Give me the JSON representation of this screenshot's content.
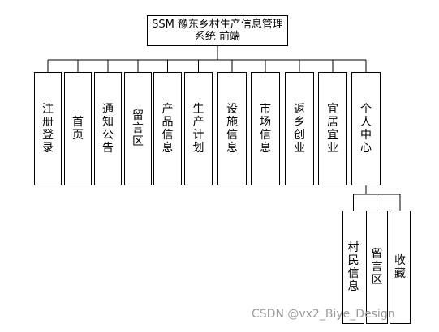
{
  "root": {
    "line1": "SSM 豫东乡村生产信息管理",
    "line2": "系统 前端"
  },
  "modules": [
    "注册登录",
    "首页",
    "通知公告",
    "留言区",
    "产品信息",
    "生产计划",
    "设施信息",
    "市场信息",
    "返乡创业",
    "宜居宜业",
    "个人中心"
  ],
  "submodules": [
    "村民信息",
    "留言区",
    "收藏"
  ],
  "watermark": "CSDN @vx2_Biye_Design"
}
